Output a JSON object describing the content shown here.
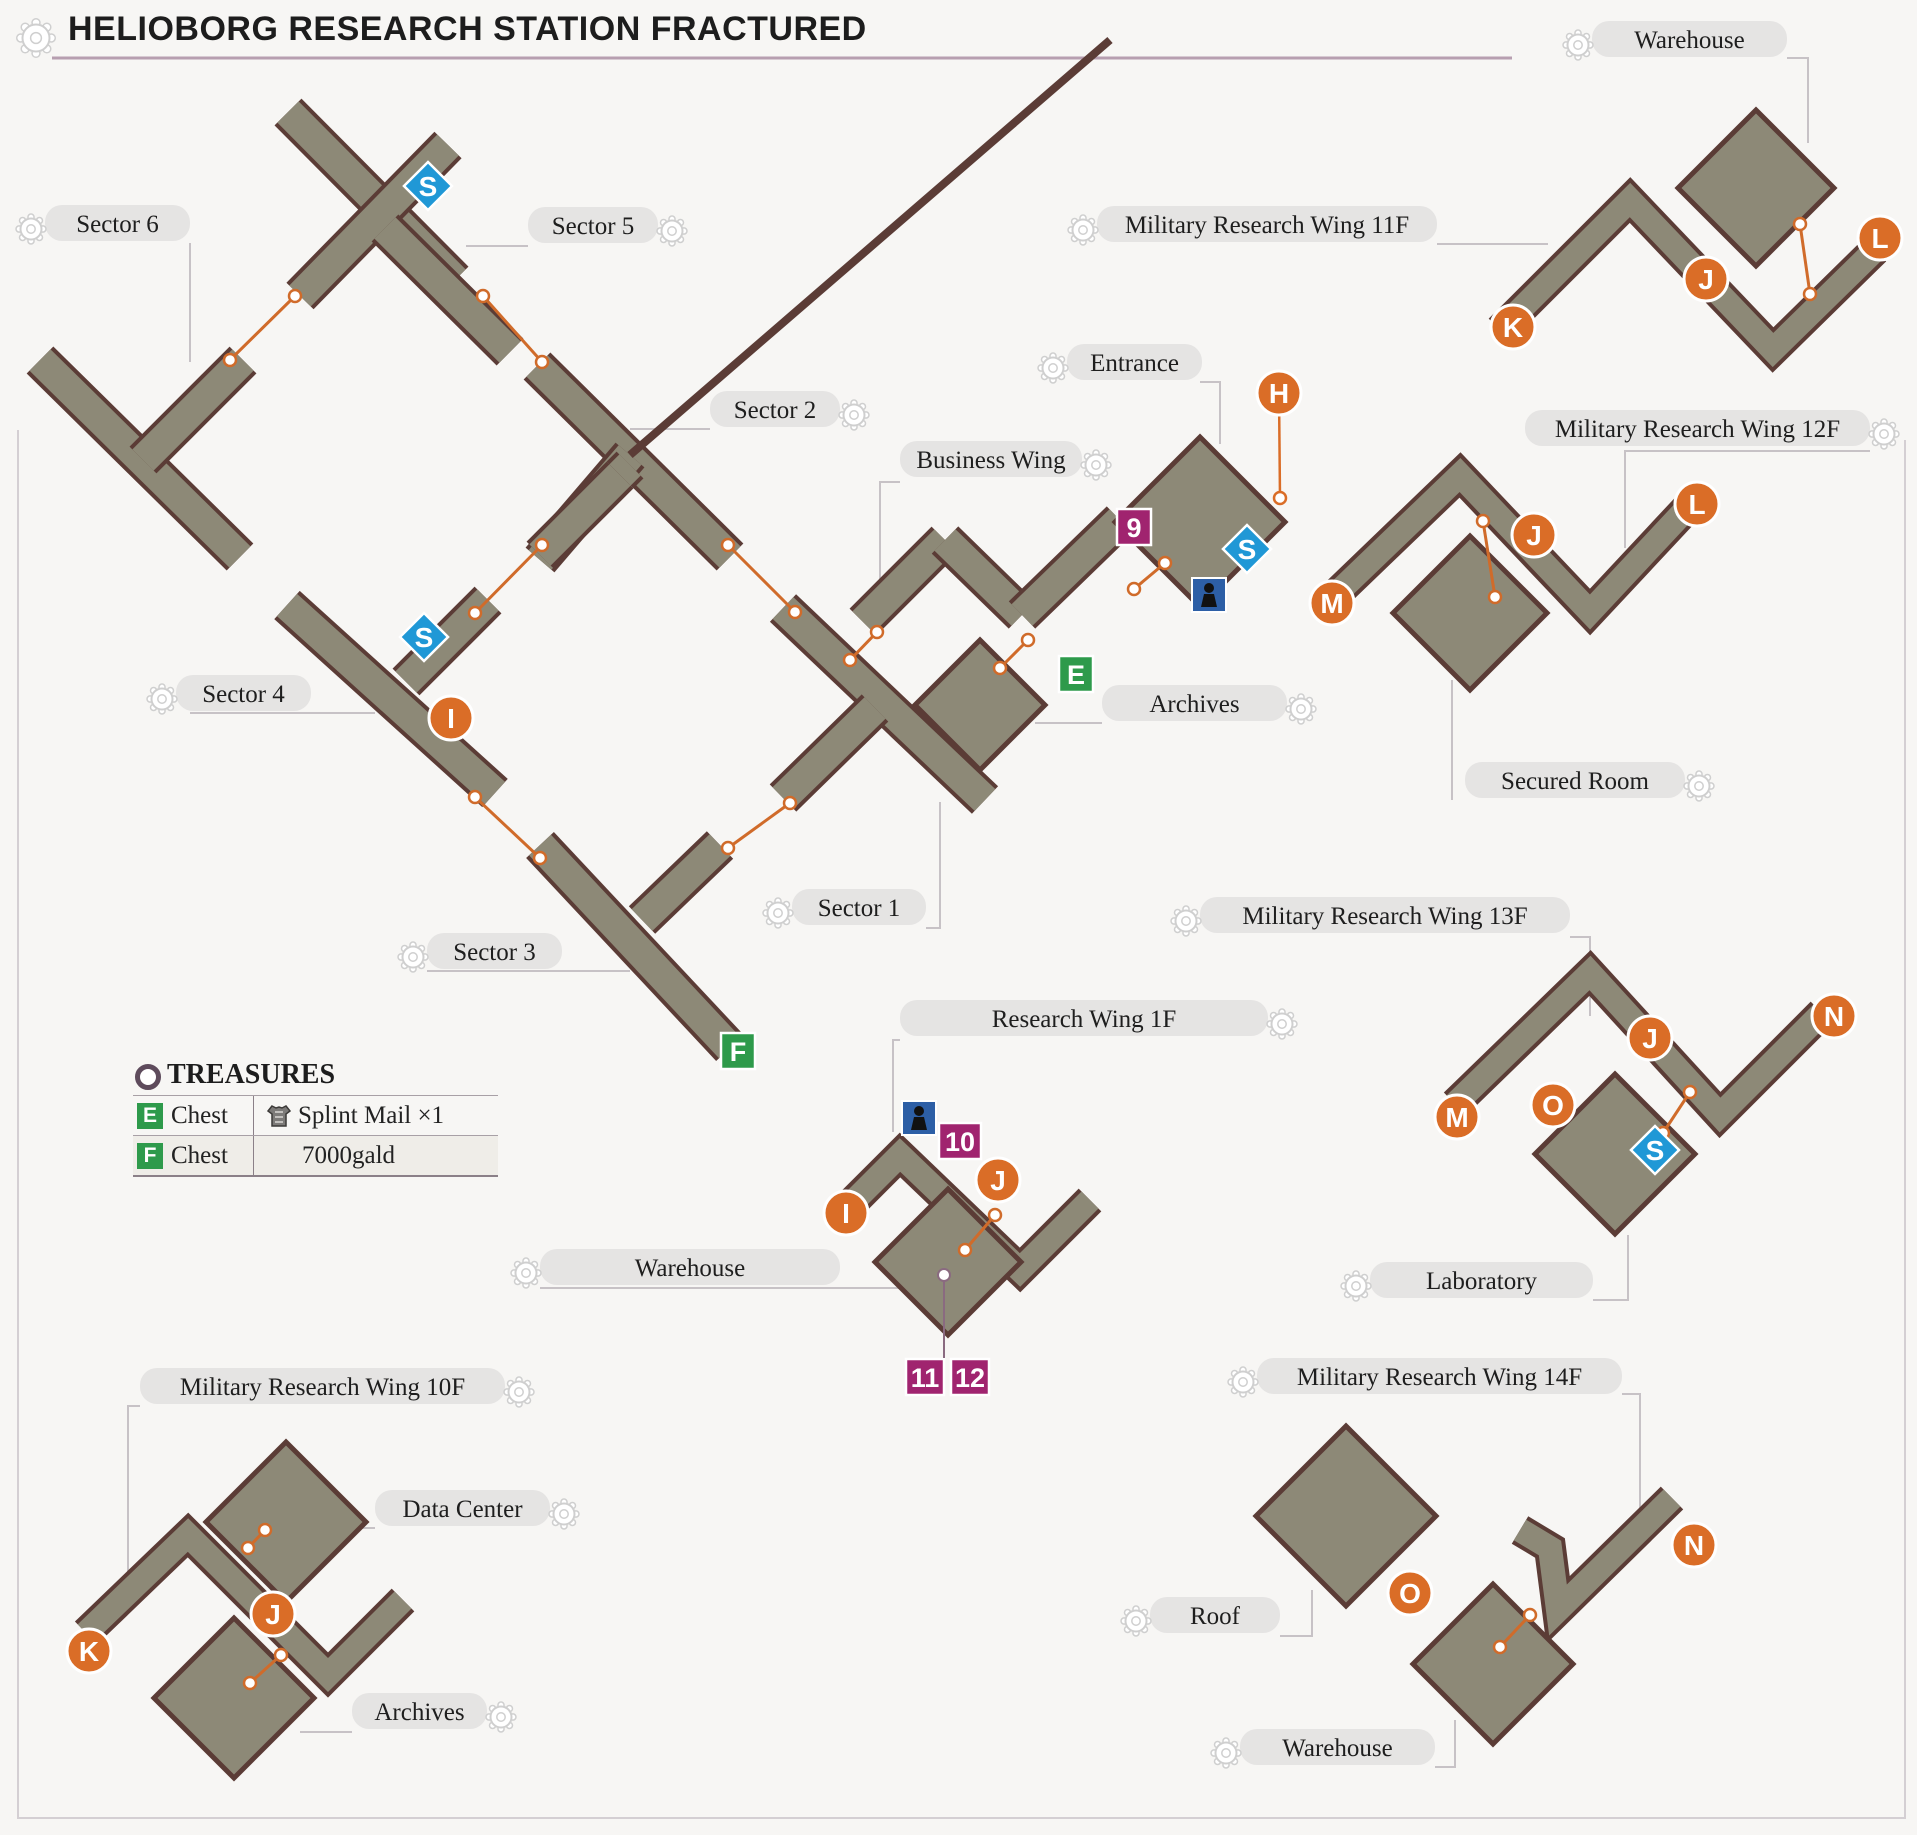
{
  "title": "HELIOBORG RESEARCH STATION FRACTURED",
  "colors": {
    "floor": "#8d8977",
    "floor_outline": "#5b3c36",
    "connector": "#d06b2a",
    "marker_orange": "#da6d27",
    "marker_purple": "#a0246f",
    "chest_green": "#2e9a4b",
    "save_blue": "#2098d6",
    "npc_blue": "#2d5fa6",
    "label_pill": "#e5e4e3",
    "leader_line": "#c7c2c6"
  },
  "areas": [
    {
      "name": "Sector 6"
    },
    {
      "name": "Sector 5"
    },
    {
      "name": "Sector 2"
    },
    {
      "name": "Sector 4"
    },
    {
      "name": "Sector 1"
    },
    {
      "name": "Sector 3"
    },
    {
      "name": "Business Wing"
    },
    {
      "name": "Entrance"
    },
    {
      "name": "Archives"
    },
    {
      "name": "Warehouse"
    },
    {
      "name": "Military Research Wing 11F"
    },
    {
      "name": "Military Research Wing 12F"
    },
    {
      "name": "Secured Room"
    },
    {
      "name": "Military Research Wing 13F"
    },
    {
      "name": "Laboratory"
    },
    {
      "name": "Research Wing 1F"
    },
    {
      "name": "Warehouse"
    },
    {
      "name": "Military Research Wing 10F"
    },
    {
      "name": "Data Center"
    },
    {
      "name": "Archives"
    },
    {
      "name": "Military Research Wing 14F"
    },
    {
      "name": "Roof"
    },
    {
      "name": "Warehouse"
    }
  ],
  "markers": {
    "exit_letters": [
      "H",
      "I",
      "J",
      "K",
      "L",
      "M",
      "N",
      "O"
    ],
    "event_numbers": [
      "9",
      "10",
      "11",
      "12"
    ],
    "chests": [
      "E",
      "F"
    ],
    "save_point": "S"
  },
  "treasures": {
    "heading": "TREASURES",
    "rows": [
      {
        "id": "E",
        "kind": "Chest",
        "contents": "Splint Mail ×1",
        "icon": "armor-icon"
      },
      {
        "id": "F",
        "kind": "Chest",
        "contents": "7000gald",
        "icon": ""
      }
    ]
  }
}
